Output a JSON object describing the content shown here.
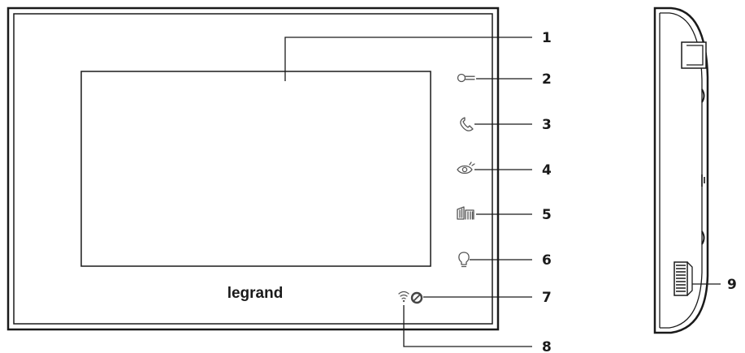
{
  "brand": {
    "logo_text": "legrand"
  },
  "callouts": [
    {
      "id": "1",
      "label": "1"
    },
    {
      "id": "2",
      "label": "2"
    },
    {
      "id": "3",
      "label": "3"
    },
    {
      "id": "4",
      "label": "4"
    },
    {
      "id": "5",
      "label": "5"
    },
    {
      "id": "6",
      "label": "6"
    },
    {
      "id": "7",
      "label": "7"
    },
    {
      "id": "8",
      "label": "8"
    },
    {
      "id": "9",
      "label": "9"
    }
  ],
  "icons": {
    "key": "key-icon",
    "handset": "phone-handset-icon",
    "eye": "eye-icon",
    "door": "door-icon",
    "bulb": "lightbulb-icon",
    "wifi": "wifi-icon",
    "power": "power-icon"
  },
  "colors": {
    "outline": "#1a1a1a",
    "icon": "#555555"
  }
}
